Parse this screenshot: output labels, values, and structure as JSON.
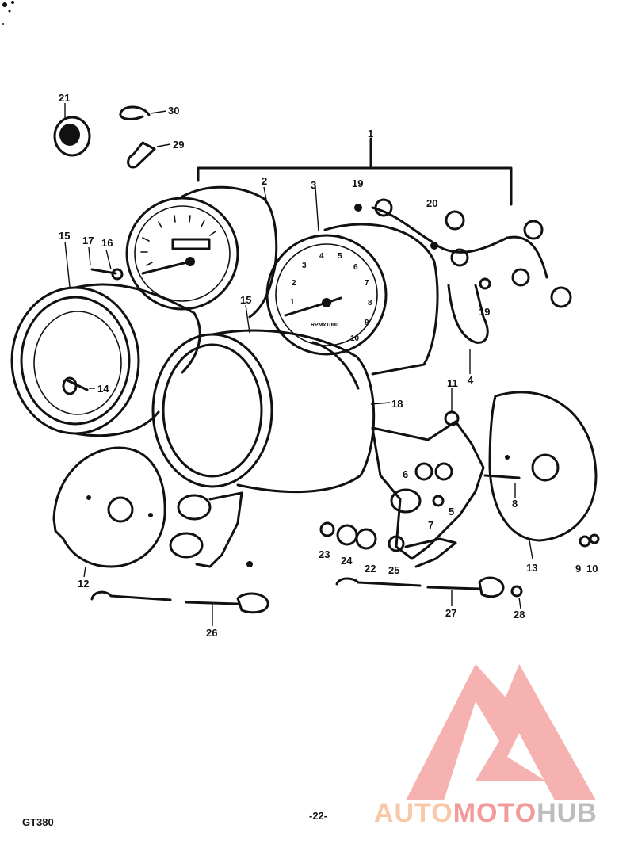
{
  "diagram": {
    "part_numbers": [
      "1",
      "2",
      "3",
      "4",
      "5",
      "6",
      "7",
      "8",
      "9",
      "10",
      "11",
      "12",
      "13",
      "14",
      "15",
      "15",
      "16",
      "17",
      "18",
      "19",
      "19",
      "20",
      "21",
      "22",
      "23",
      "24",
      "25",
      "26",
      "27",
      "28",
      "29",
      "30"
    ],
    "gauge_numbers": [
      "1",
      "2",
      "3",
      "4",
      "5",
      "6",
      "7",
      "8",
      "9",
      "10"
    ],
    "gauge_text": "RPMx1000"
  },
  "footer": {
    "model": "GT380",
    "page": "-22-"
  },
  "watermark": {
    "part1": "AUTO",
    "part2": "MOTO",
    "part3": "HUB",
    "colors": {
      "triangle": "#f5a3a3",
      "auto": "#f7c9a8",
      "moto": "#f39a9a",
      "hub": "#bdbdbd"
    }
  }
}
